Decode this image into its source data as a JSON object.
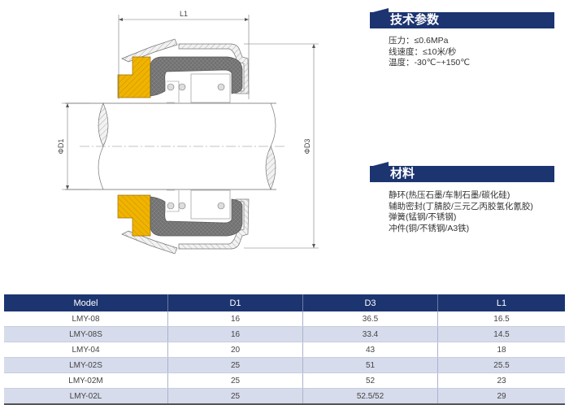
{
  "diagram": {
    "l1_label": "L1",
    "d1_label": "ΦD1",
    "d3_label": "ΦD3",
    "colors": {
      "stationary_ring": "#f0b400",
      "rubber": "#6e6e6e",
      "metal": "#e0e0e0"
    }
  },
  "tech_params": {
    "title": "技术参数",
    "lines": [
      "压力：≤0.6MPa",
      "线速度：≤10米/秒",
      "温度：-30℃~+150℃"
    ]
  },
  "materials": {
    "title": "材料",
    "lines": [
      "静环(热压石墨/车制石墨/碳化硅)",
      "辅助密封(丁腈胶/三元乙丙胶氢化氰胶)",
      "弹簧(锰钢/不锈钢)",
      "冲件(铜/不锈钢/A3铁)"
    ]
  },
  "table": {
    "headers": [
      "Model",
      "D1",
      "D3",
      "L1"
    ],
    "rows": [
      [
        "LMY-08",
        "16",
        "36.5",
        "16.5"
      ],
      [
        "LMY-08S",
        "16",
        "33.4",
        "14.5"
      ],
      [
        "LMY-04",
        "20",
        "43",
        "18"
      ],
      [
        "LMY-02S",
        "25",
        "51",
        "25.5"
      ],
      [
        "LMY-02M",
        "25",
        "52",
        "23"
      ],
      [
        "LMY-02L",
        "25",
        "52.5/52",
        "29"
      ]
    ]
  }
}
